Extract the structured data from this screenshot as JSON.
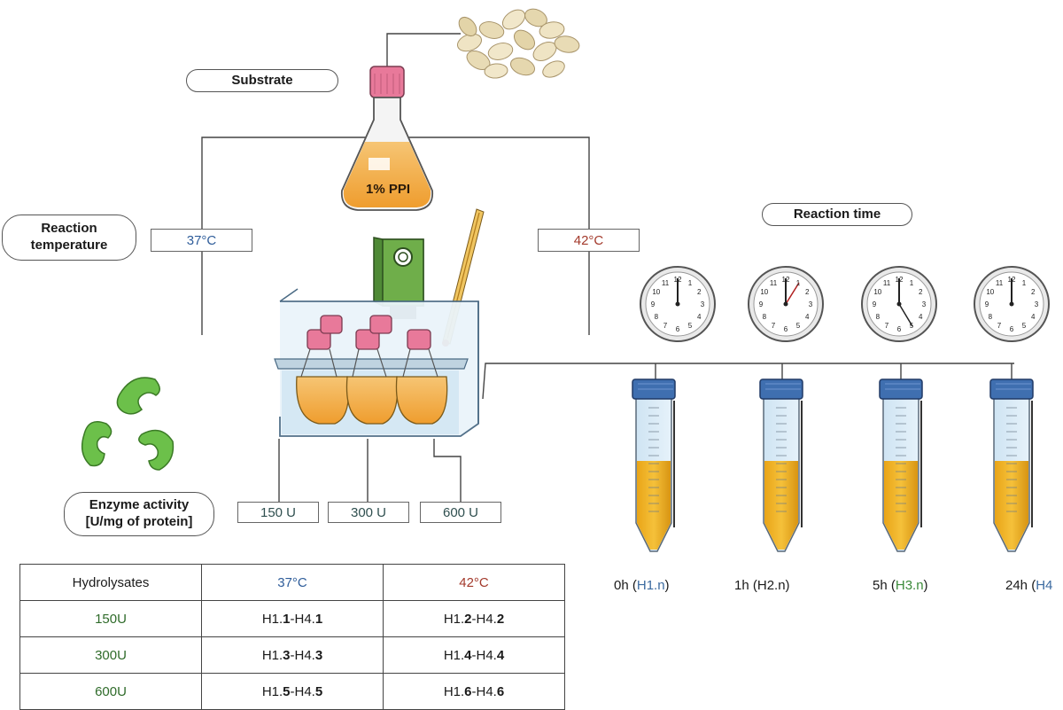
{
  "labels": {
    "substrate": "Substrate",
    "flask_text": "1% PPI",
    "reaction_temperature_line1": "Reaction",
    "reaction_temperature_line2": "temperature",
    "reaction_time": "Reaction time",
    "enzyme_activity_line1": "Enzyme activity",
    "enzyme_activity_line2": "[U/mg of protein]"
  },
  "temperatures": {
    "low": "37°C",
    "high": "42°C"
  },
  "enzyme_units": [
    "150 U",
    "300 U",
    "600 U"
  ],
  "time_points": [
    {
      "time": "0h",
      "code": "H1.n"
    },
    {
      "time": "1h",
      "code": "H2.n"
    },
    {
      "time": "5h",
      "code": "H3.n"
    },
    {
      "time": "24h",
      "code": "H4"
    }
  ],
  "table": {
    "header": [
      "Hydrolysates",
      "37°C",
      "42°C"
    ],
    "rows": [
      {
        "label": "150U",
        "c37_a": "H1.",
        "c37_b": "1",
        "c37_c": "-H4.",
        "c37_d": "1",
        "c42_a": "H1.",
        "c42_b": "2",
        "c42_c": "-H4.",
        "c42_d": "2"
      },
      {
        "label": "300U",
        "c37_a": "H1.",
        "c37_b": "3",
        "c37_c": "-H4.",
        "c37_d": "3",
        "c42_a": "H1.",
        "c42_b": "4",
        "c42_c": "-H4.",
        "c42_d": "4"
      },
      {
        "label": "600U",
        "c37_a": "H1.",
        "c37_b": "5",
        "c37_c": "-H4.",
        "c37_d": "5",
        "c42_a": "H1.",
        "c42_b": "6",
        "c42_c": "-H4.",
        "c42_d": "6"
      }
    ]
  },
  "colors": {
    "flask_liquid": "#f2a83a",
    "cap_pink": "#e8799a",
    "tube_liquid": "#f0b52a",
    "tube_cap": "#3f6fb0",
    "water_bath": "#cfe5f2",
    "heater_green": "#6fae4a",
    "enzyme_green": "#6cc04a",
    "temp_low": "#2f5d9a",
    "temp_high": "#a33a2c"
  },
  "icons": [
    "seeds-icon",
    "flask-icon",
    "heater-icon",
    "thermometer-icon",
    "clock-icon",
    "tube-icon",
    "enzyme-icon"
  ]
}
